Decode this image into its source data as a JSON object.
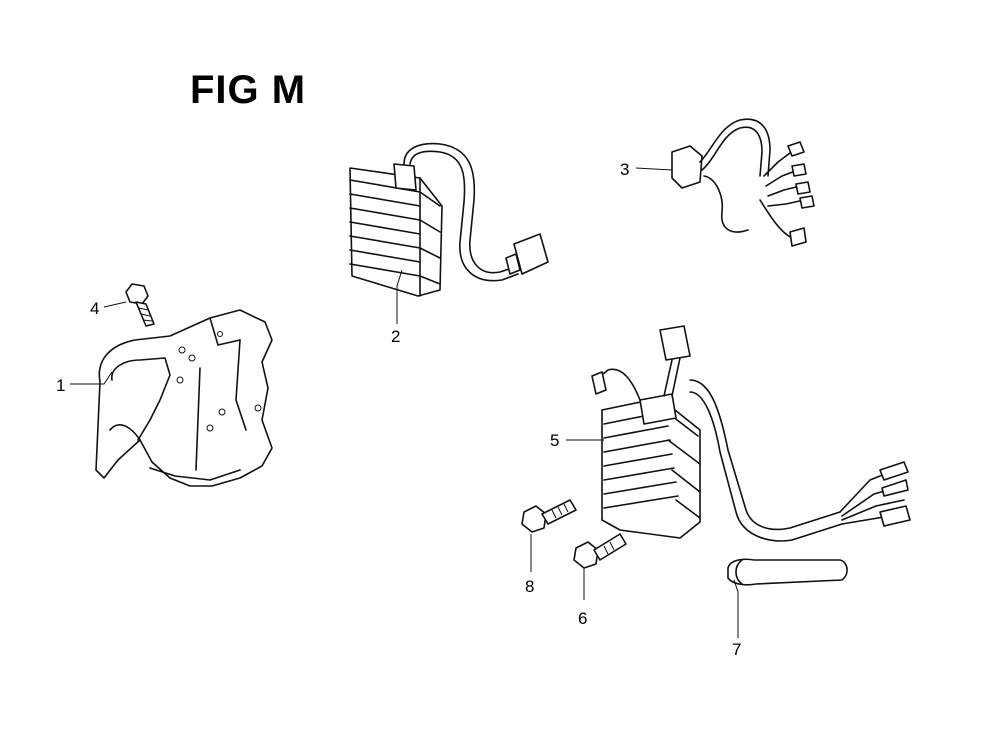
{
  "figure": {
    "title": "FIG M"
  },
  "callouts": [
    {
      "id": "1",
      "label": "1"
    },
    {
      "id": "2",
      "label": "2"
    },
    {
      "id": "3",
      "label": "3"
    },
    {
      "id": "4",
      "label": "4"
    },
    {
      "id": "5",
      "label": "5"
    },
    {
      "id": "6",
      "label": "6"
    },
    {
      "id": "7",
      "label": "7"
    },
    {
      "id": "8",
      "label": "8"
    }
  ]
}
